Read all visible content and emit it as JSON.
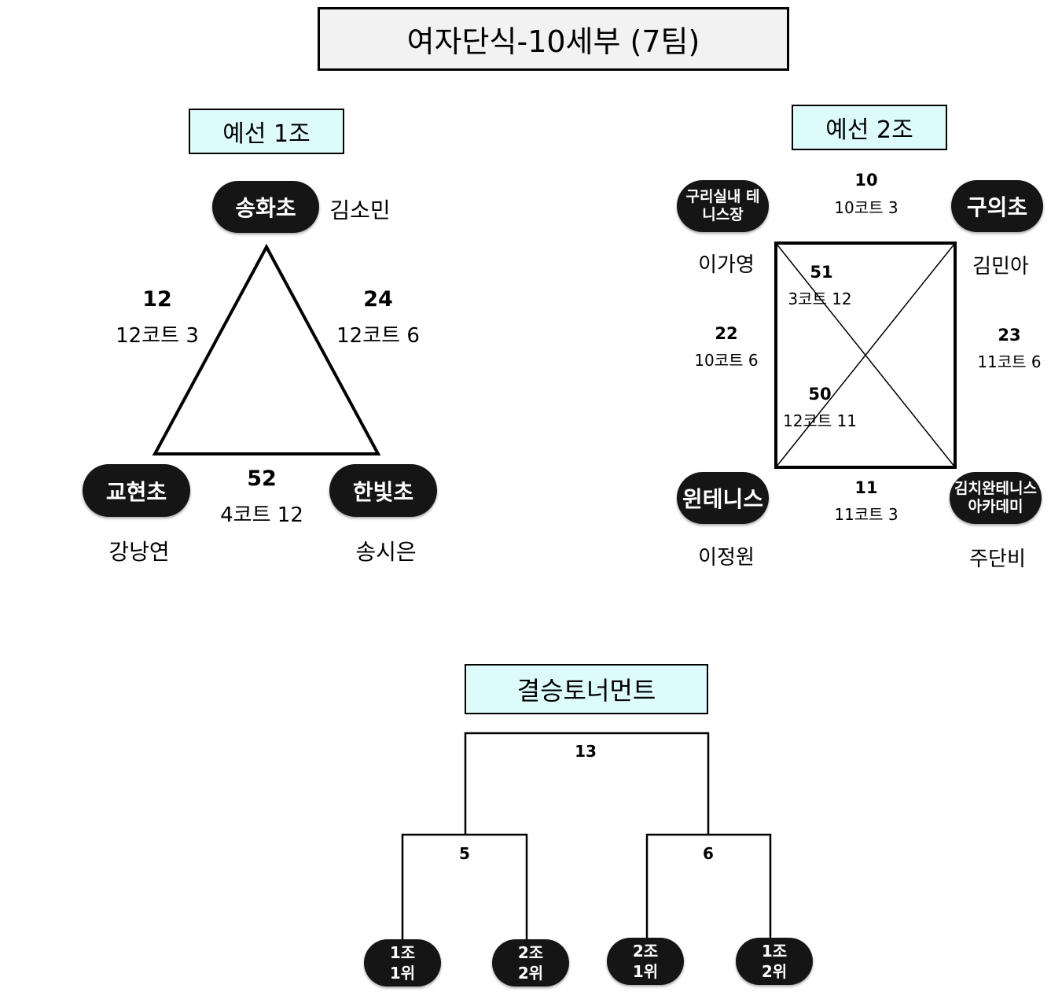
{
  "title": "여자단식-10세부 (7팀)",
  "group1": {
    "label": "예선 1조",
    "teams": [
      {
        "club": "송화초",
        "player": "김소민"
      },
      {
        "club": "교현초",
        "player": "강낭연"
      },
      {
        "club": "한빛초",
        "player": "송시은"
      }
    ],
    "matches": [
      {
        "num": "12",
        "court": "12코트 3"
      },
      {
        "num": "24",
        "court": "12코트 6"
      },
      {
        "num": "52",
        "court": "4코트 12"
      }
    ]
  },
  "group2": {
    "label": "예선 2조",
    "teams": [
      {
        "club": "구리실내 테니스장",
        "player": "이가영"
      },
      {
        "club": "구의초",
        "player": "김민아"
      },
      {
        "club": "윈테니스",
        "player": "이정원"
      },
      {
        "club": "김치완테니스아카데미",
        "player": "주단비"
      }
    ],
    "matches": [
      {
        "num": "10",
        "court": "10코트 3"
      },
      {
        "num": "51",
        "court": "3코트 12"
      },
      {
        "num": "22",
        "court": "10코트 6"
      },
      {
        "num": "23",
        "court": "11코트 6"
      },
      {
        "num": "50",
        "court": "12코트 11"
      },
      {
        "num": "11",
        "court": "11코트 3"
      }
    ]
  },
  "final": {
    "label": "결승토너먼트",
    "match_final": "13",
    "match_left": "5",
    "match_right": "6",
    "slots": [
      {
        "line1": "1조",
        "line2": "1위"
      },
      {
        "line1": "2조",
        "line2": "2위"
      },
      {
        "line1": "2조",
        "line2": "1위"
      },
      {
        "line1": "1조",
        "line2": "2위"
      }
    ]
  }
}
